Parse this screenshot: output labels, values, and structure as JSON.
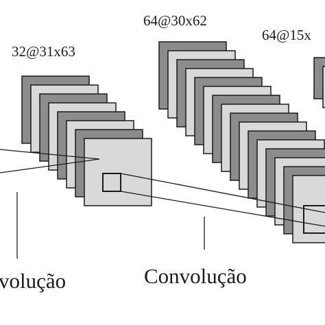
{
  "labels": {
    "layer1_dims": "32@31x63",
    "layer2_dims": "64@30x62",
    "layer3_dims": "64@15x",
    "caption_left": "volução",
    "caption_right": "Convolução"
  },
  "colors": {
    "dark_map": "#8c8c8c",
    "light_map": "#d9d9d9",
    "outline": "#1a1a1a"
  }
}
